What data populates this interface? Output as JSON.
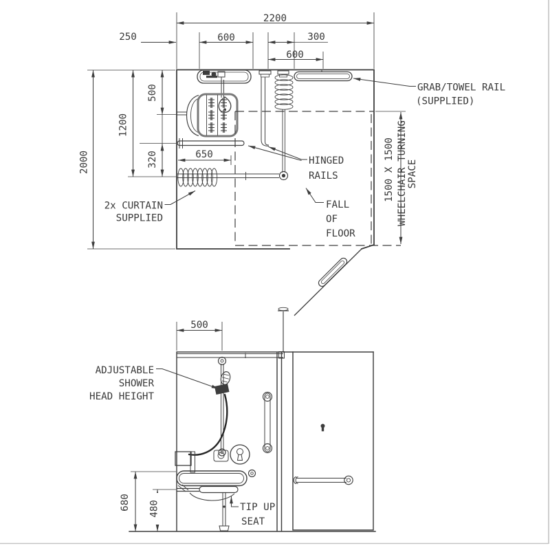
{
  "colors": {
    "line": "#3d3d3d",
    "text": "#383838",
    "seat": "#7a7a7a",
    "border": "#c3c3c3",
    "background": "#ffffff"
  },
  "plan": {
    "dims": {
      "overall_width": "2200",
      "left_offset": "250",
      "seat_zone_width": "600",
      "curtain_offset": "300",
      "top_rail_length": "600",
      "overall_depth": "2000",
      "curtain_rail_depth": "1200",
      "seat_bracket_offset": "500",
      "rail_spacing": "320",
      "lower_rail_length": "650"
    },
    "labels": {
      "grab_rail_line1": "GRAB/TOWEL RAIL",
      "grab_rail_line2": "(SUPPLIED)",
      "hinged_line1": "HINGED",
      "hinged_line2": "RAILS",
      "fall_line1": "FALL",
      "fall_line2": "OF",
      "fall_line3": "FLOOR",
      "curtain_line1": "2x CURTAIN",
      "curtain_line2": "SUPPLIED",
      "turning_line1": "1500 X 1500",
      "turning_line2": "WHEELCHAIR TURNING",
      "turning_line3": "SPACE"
    }
  },
  "elevation": {
    "dims": {
      "rail_center_offset": "500",
      "rail_height": "680",
      "seat_height": "480"
    },
    "labels": {
      "shower_line1": "ADJUSTABLE",
      "shower_line2": "SHOWER",
      "shower_line3": "HEAD HEIGHT",
      "seat_line1": "TIP UP",
      "seat_line2": "SEAT"
    }
  }
}
